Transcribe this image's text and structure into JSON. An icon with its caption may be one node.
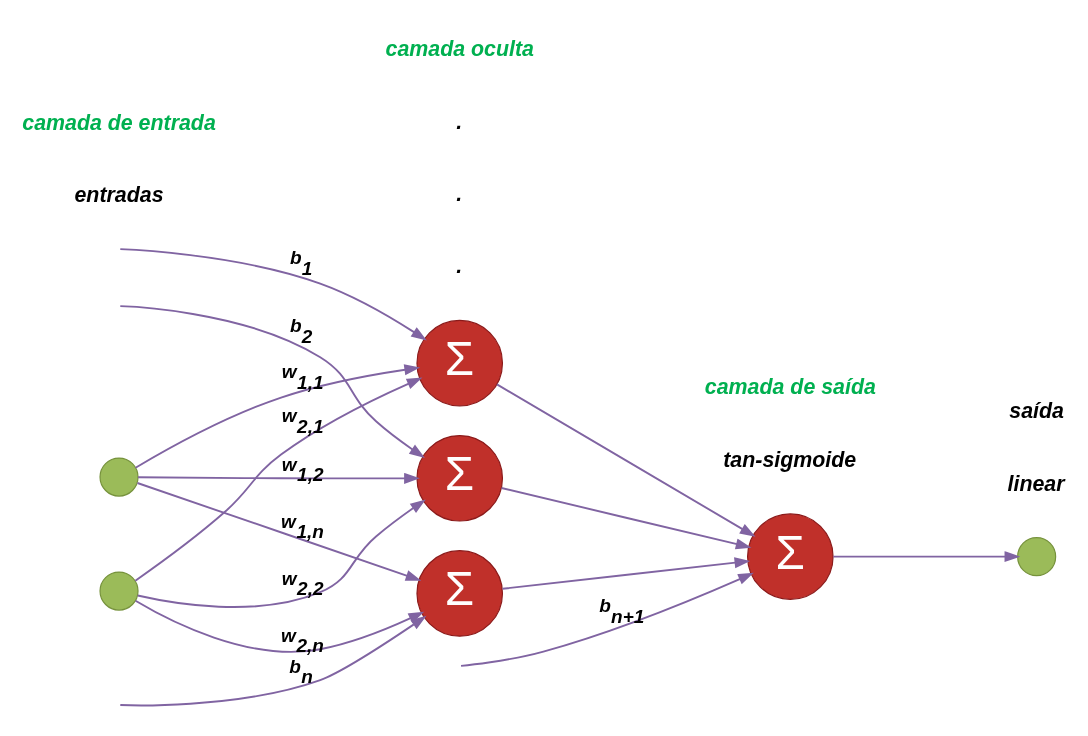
{
  "diagram": {
    "nodes": [
      {
        "text": [],
        "shape": "circle"
      },
      {
        "text": [],
        "shape": "circle"
      },
      {
        "text": [
          "Σ"
        ]
      },
      {
        "text": [
          "Σ"
        ]
      },
      {
        "text": [
          "Σ"
        ]
      },
      {
        "text": [
          "Σ"
        ]
      },
      {
        "text": [],
        "shape": "circle"
      }
    ],
    "edges": [
      {
        "from": 0,
        "to": 2,
        "arrow": "to",
        "label": "w$_{1,1}$"
      },
      {
        "from": 0,
        "to": 3,
        "arrow": "to",
        "label": "w$_{1,2}$"
      },
      {
        "from": 0,
        "to": 4,
        "arrow": "to",
        "label": "w$_{1,n}$"
      },
      {
        "from": 1,
        "to": 2,
        "arrow": "to",
        "label": "w$_{2,1}$"
      },
      {
        "from": 1,
        "to": 3,
        "arrow": "to",
        "label": "w$_{2,2}$"
      },
      {
        "from": 1,
        "to": 4,
        "arrow": "to",
        "label": "w$_{2,n}$"
      },
      {
        "from": null,
        "to": 2,
        "arrow": "to",
        "label": "b$_{1}$"
      },
      {
        "from": null,
        "to": 3,
        "arrow": "to",
        "label": "b$_{2}$"
      },
      {
        "from": null,
        "to": 4,
        "arrow": "to",
        "label": "b$_{n}$"
      },
      {
        "from": 2,
        "to": 5,
        "arrow": "to"
      },
      {
        "from": 3,
        "to": 5,
        "arrow": "to"
      },
      {
        "from": 4,
        "to": 5,
        "arrow": "to"
      },
      {
        "from": null,
        "to": 5,
        "arrow": "to",
        "label": "b$_{n+1}$"
      },
      {
        "from": 5,
        "to": 6,
        "arrow": "to"
      }
    ],
    "labels": [
      "tan-sigmoide",
      "linear",
      "entradas",
      "saída",
      ".",
      ".",
      ".",
      "camada de entrada",
      "camada de saída",
      "camada oculta"
    ]
  }
}
